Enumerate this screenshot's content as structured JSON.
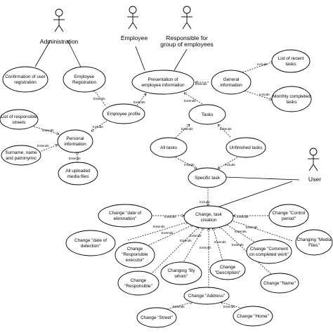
{
  "actors": [
    {
      "id": "administration",
      "lines": [
        "Administration"
      ]
    },
    {
      "id": "employee",
      "lines": [
        "Employee"
      ]
    },
    {
      "id": "responsible",
      "lines": [
        "Responsible for",
        "group of employees"
      ]
    },
    {
      "id": "user",
      "lines": [
        "User"
      ]
    }
  ],
  "use_cases": [
    {
      "id": "confirm",
      "lines": [
        "Confirmation of user",
        "registration"
      ]
    },
    {
      "id": "emp_reg",
      "lines": [
        "Employee",
        "Registration"
      ]
    },
    {
      "id": "presentation",
      "lines": [
        "Presentation of",
        "employee information"
      ]
    },
    {
      "id": "general",
      "lines": [
        "General",
        "information"
      ]
    },
    {
      "id": "recent",
      "lines": [
        "List of recent",
        "tasks"
      ]
    },
    {
      "id": "monthly",
      "lines": [
        "Monthly completed",
        "tasks"
      ]
    },
    {
      "id": "profile",
      "lines": [
        "Employee profile"
      ]
    },
    {
      "id": "streets",
      "lines": [
        "List of responsible",
        "streets"
      ]
    },
    {
      "id": "personal",
      "lines": [
        "Personal",
        "information"
      ]
    },
    {
      "id": "surname",
      "lines": [
        "Surname, name",
        "and patronymic"
      ]
    },
    {
      "id": "media",
      "lines": [
        "All uploaded",
        "media files"
      ]
    },
    {
      "id": "tasks",
      "lines": [
        "Tasks"
      ]
    },
    {
      "id": "all_tasks",
      "lines": [
        "All tasks"
      ]
    },
    {
      "id": "unfinished",
      "lines": [
        "Unfinished tasks"
      ]
    },
    {
      "id": "specific",
      "lines": [
        "Specific task"
      ]
    },
    {
      "id": "change",
      "lines": [
        "Change, task",
        "creation"
      ]
    },
    {
      "id": "elim",
      "lines": [
        "Change \"date of",
        "elimination\""
      ]
    },
    {
      "id": "detect",
      "lines": [
        "Change \"date of",
        "detection\""
      ]
    },
    {
      "id": "resp_exec",
      "lines": [
        "Change",
        "\"Responsible",
        "executor\""
      ]
    },
    {
      "id": "resp",
      "lines": [
        "Change",
        "\"Responsible\""
      ]
    },
    {
      "id": "bywhom",
      "lines": [
        "Changing \"By",
        "whom\""
      ]
    },
    {
      "id": "address",
      "lines": [
        "Change \"Address\""
      ]
    },
    {
      "id": "street",
      "lines": [
        "Change \"Street\""
      ]
    },
    {
      "id": "home",
      "lines": [
        "Change \"Home\""
      ]
    },
    {
      "id": "desc",
      "lines": [
        "Change",
        "\"Description\""
      ]
    },
    {
      "id": "name",
      "lines": [
        "Change \"Name\""
      ]
    },
    {
      "id": "comment",
      "lines": [
        "Change \"Comment",
        "on completed work\""
      ]
    },
    {
      "id": "mediafiles",
      "lines": [
        "Changing \"Media",
        "Files\""
      ]
    },
    {
      "id": "control",
      "lines": [
        "Change \"Control",
        "period\""
      ]
    }
  ],
  "relations": [
    {
      "id": "r_emp_profile",
      "text": "Extends"
    },
    {
      "id": "r_profile_pres",
      "text": "Extends"
    },
    {
      "id": "r_general_pres",
      "text": "Extends"
    },
    {
      "id": "r_recent_general",
      "text": "Include"
    },
    {
      "id": "r_monthly_general",
      "text": "Include"
    },
    {
      "id": "r_profile_personal",
      "text": "Include"
    },
    {
      "id": "r_streets_personal",
      "text": "Extends"
    },
    {
      "id": "r_surname_personal",
      "text": "Extends"
    },
    {
      "id": "r_media_personal",
      "text": "Extends"
    },
    {
      "id": "r_tasks_pres",
      "text": "Extends"
    },
    {
      "id": "r_all_tasks",
      "text": "Extends"
    },
    {
      "id": "r_unfinished_tasks",
      "text": "Extends"
    },
    {
      "id": "r_all_specific",
      "text": "Include"
    },
    {
      "id": "r_unfinished_specific",
      "text": "Include"
    },
    {
      "id": "r_specific_change",
      "text": "Include"
    },
    {
      "id": "r_elim",
      "text": "Extends"
    },
    {
      "id": "r_detect",
      "text": "Extends"
    },
    {
      "id": "r_resp_exec",
      "text": "Extends"
    },
    {
      "id": "r_resp",
      "text": "Extends"
    },
    {
      "id": "r_bywhom",
      "text": "Extends"
    },
    {
      "id": "r_address",
      "text": "Extends"
    },
    {
      "id": "r_desc",
      "text": "Extends"
    },
    {
      "id": "r_name",
      "text": "Extends"
    },
    {
      "id": "r_comment",
      "text": "Extends"
    },
    {
      "id": "r_mediafiles",
      "text": "Extends"
    },
    {
      "id": "r_control",
      "text": "Extends"
    },
    {
      "id": "r_street",
      "text": "Extends"
    },
    {
      "id": "r_home",
      "text": "Extends"
    }
  ]
}
